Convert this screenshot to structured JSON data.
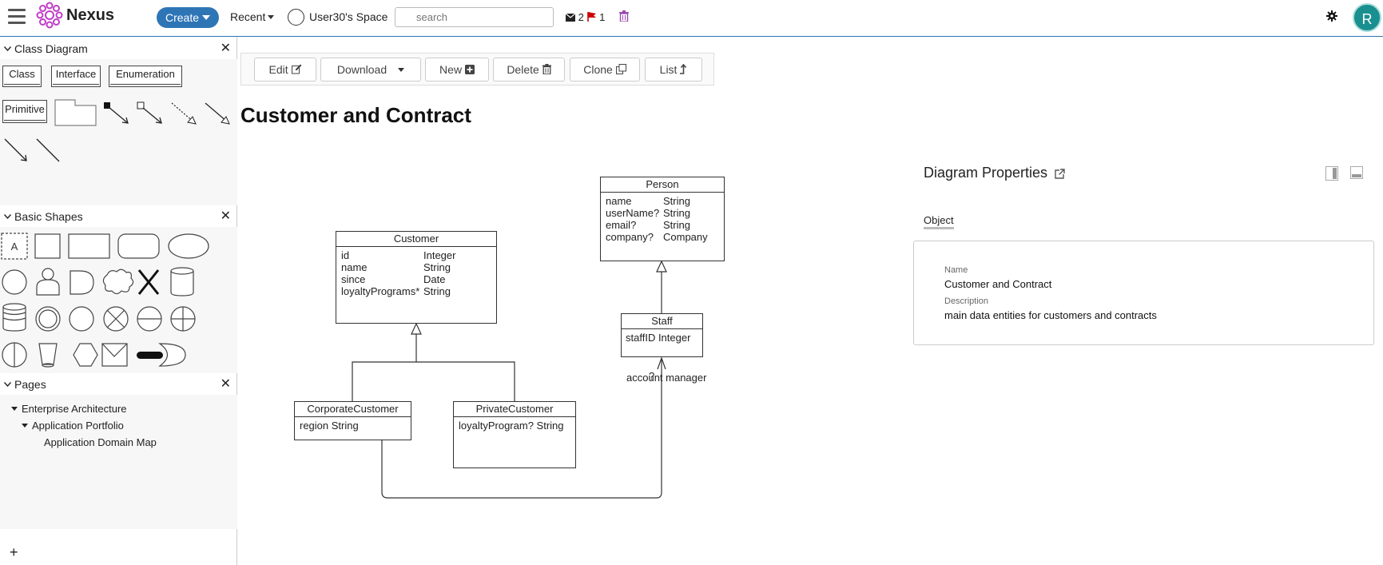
{
  "app": {
    "name": "Nexus"
  },
  "topbar": {
    "create_label": "Create",
    "recent_label": "Recent",
    "space_label": "User30's Space",
    "search_placeholder": "search",
    "mail_count": "2",
    "flag_count": "1",
    "avatar_letter": "R"
  },
  "palette": {
    "class_diagram": {
      "title": "Class Diagram",
      "items": [
        "Class",
        "Interface",
        "Enumeration",
        "Primitive"
      ]
    },
    "basic_shapes": {
      "title": "Basic Shapes",
      "text_tool": "A"
    },
    "pages": {
      "title": "Pages",
      "tree": [
        "Enterprise Architecture",
        "Application Portfolio",
        "Application Domain Map"
      ]
    },
    "add_label": "+"
  },
  "toolbar": {
    "edit": "Edit",
    "download": "Download",
    "new": "New",
    "delete": "Delete",
    "clone": "Clone",
    "list": "List"
  },
  "page_title": "Customer and Contract",
  "diagram": {
    "classes": {
      "customer": {
        "name": "Customer",
        "attrs": [
          [
            "id",
            "Integer"
          ],
          [
            "name",
            "String"
          ],
          [
            "since",
            "Date"
          ],
          [
            "loyaltyPrograms*",
            "String"
          ]
        ]
      },
      "person": {
        "name": "Person",
        "attrs": [
          [
            "name",
            "String"
          ],
          [
            "userName?",
            "String"
          ],
          [
            "email?",
            "String"
          ],
          [
            "company?",
            "Company"
          ]
        ]
      },
      "staff": {
        "name": "Staff",
        "attrs": [
          "staffID Integer"
        ]
      },
      "corporate": {
        "name": "CorporateCustomer",
        "attrs": [
          "region String"
        ]
      },
      "private": {
        "name": "PrivateCustomer",
        "attrs": [
          "loyaltyProgram? String"
        ]
      }
    },
    "association_label": "account manager",
    "multiplicity": "?"
  },
  "properties": {
    "title": "Diagram Properties",
    "tab": "Object",
    "name_label": "Name",
    "name_value": "Customer and Contract",
    "description_label": "Description",
    "description_value": "main data entities for customers and contracts"
  },
  "colors": {
    "accent": "#2e75b6",
    "logo": "#c23cc9",
    "avatar": "#1a8f8f"
  }
}
